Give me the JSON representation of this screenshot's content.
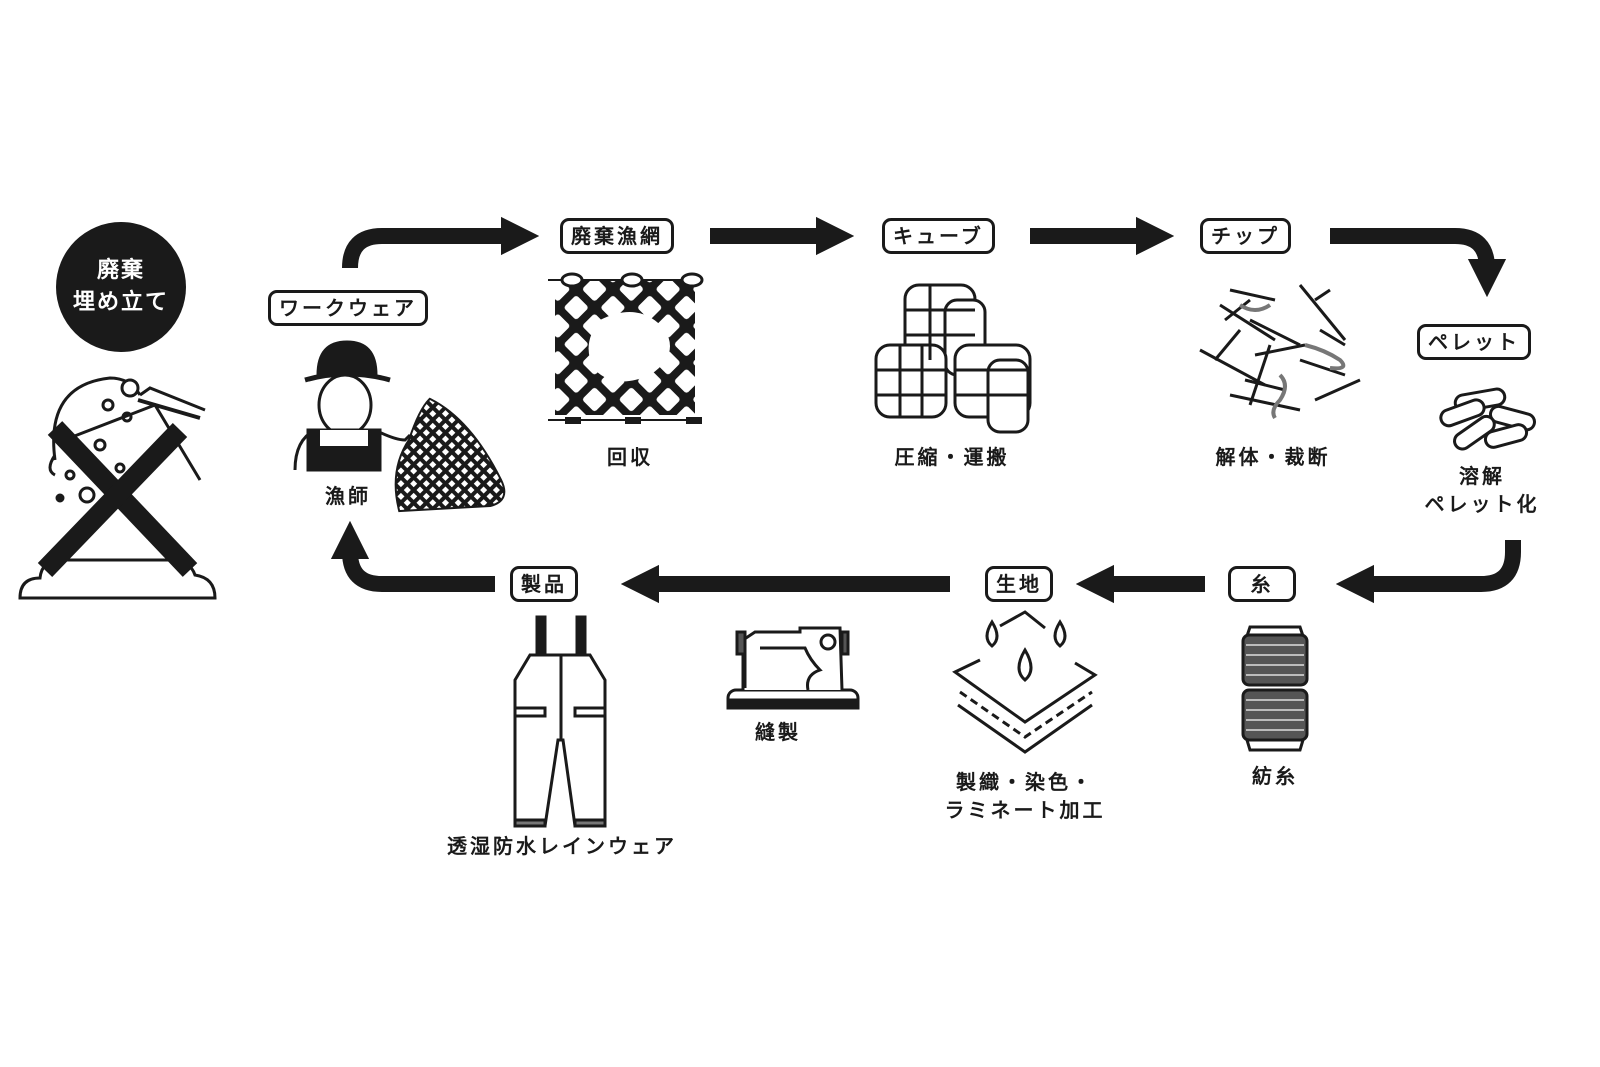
{
  "title": "廃漁網リサイクルによるレインウェア製造サイクル",
  "badge": {
    "line1": "廃棄",
    "line2": "埋め立て"
  },
  "colors": {
    "ink": "#1a1a1a",
    "background": "#ffffff"
  },
  "steps": [
    {
      "id": "workwear",
      "tag": "ワークウェア",
      "caption": "漁師",
      "icon": "fisherman-icon"
    },
    {
      "id": "waste-net",
      "tag": "廃棄漁網",
      "caption": "回収",
      "icon": "fishing-net-icon"
    },
    {
      "id": "cube",
      "tag": "キューブ",
      "caption": "圧縮・運搬",
      "icon": "compressed-bales-icon"
    },
    {
      "id": "chip",
      "tag": "チップ",
      "caption": "解体・裁断",
      "icon": "shredded-chips-icon"
    },
    {
      "id": "pellet",
      "tag": "ペレット",
      "caption_line1": "溶解",
      "caption_line2": "ペレット化",
      "icon": "pellets-icon"
    },
    {
      "id": "yarn",
      "tag": "糸",
      "caption": "紡糸",
      "icon": "yarn-spool-icon"
    },
    {
      "id": "fabric",
      "tag": "生地",
      "caption_line1": "製織・染色・",
      "caption_line2": "ラミネート加工",
      "icon": "waterproof-fabric-icon"
    },
    {
      "id": "sewing",
      "caption": "縫製",
      "icon": "sewing-machine-icon"
    },
    {
      "id": "product",
      "tag": "製品",
      "caption": "透湿防水レインウェア",
      "icon": "rain-overalls-icon"
    }
  ],
  "rejected_path": {
    "icon": "landfill-excavator-crossed-icon"
  }
}
